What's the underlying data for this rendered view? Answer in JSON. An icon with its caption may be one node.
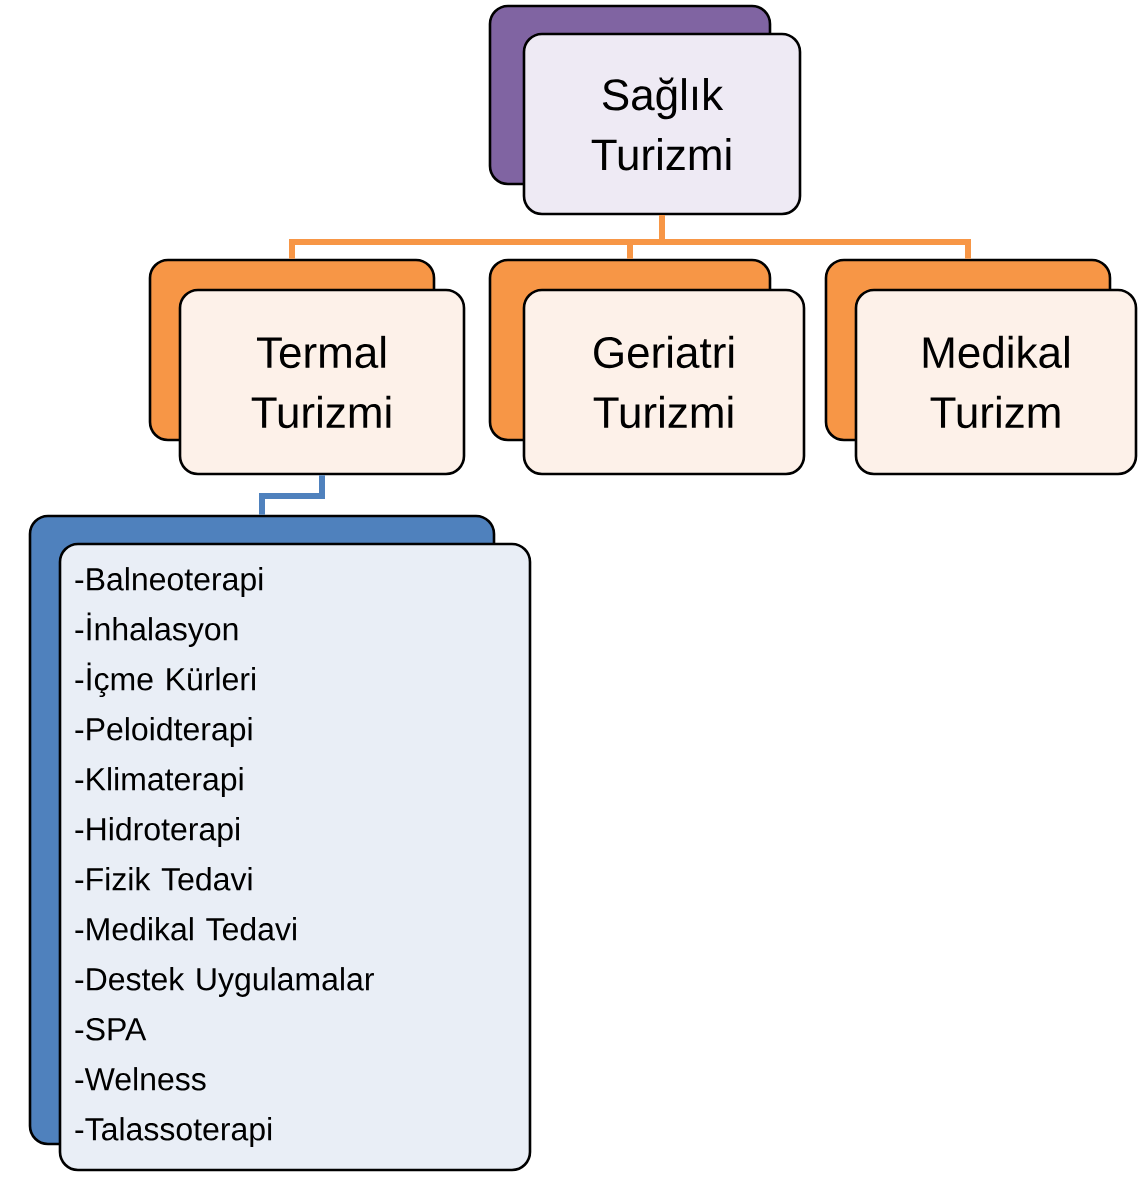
{
  "diagram": {
    "nodes": [
      {
        "text": [
          "Sağlık Turizmi"
        ]
      },
      {
        "text": [
          "Termal Turizmi"
        ]
      },
      {
        "text": [
          "Geriatri Turizmi"
        ]
      },
      {
        "text": [
          "Medikal Turizm"
        ]
      },
      {
        "text": [
          "-Balneoterapi",
          "-İnhalasyon",
          "-İçme Kürleri",
          "-Peloidterapi",
          "-Klimaterapi",
          "-Hidroterapi",
          "-Fizik Tedavi",
          "-Medikal Tedavi",
          "-Destek Uygulamalar",
          "-SPA",
          "-Welness",
          "-Talassoterapi"
        ]
      }
    ],
    "edges": [
      {
        "from": 0,
        "to": 1,
        "arrow": "none"
      },
      {
        "from": 0,
        "to": 2,
        "arrow": "none"
      },
      {
        "from": 0,
        "to": 3,
        "arrow": "none"
      },
      {
        "from": 1,
        "to": 4,
        "arrow": "none",
        "color": "#4f81bd"
      }
    ]
  }
}
